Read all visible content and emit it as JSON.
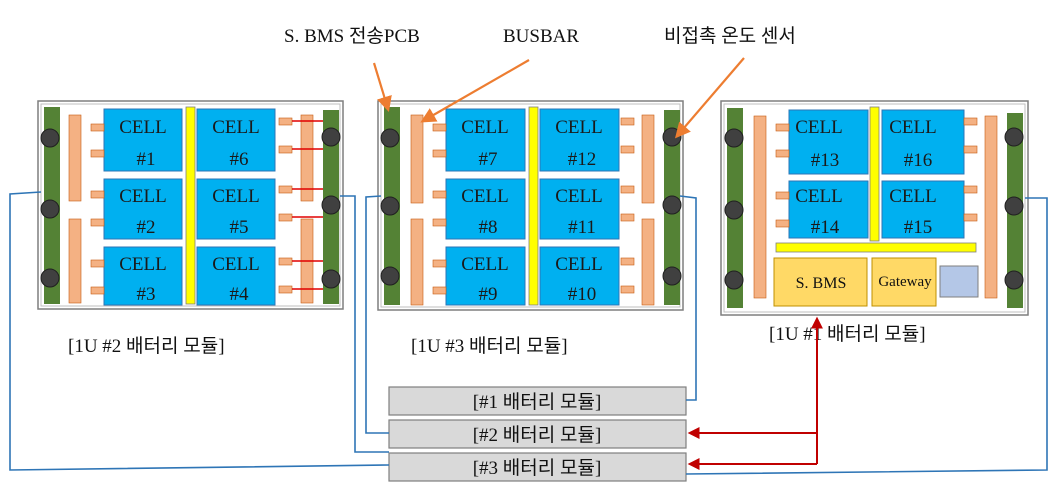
{
  "labels": {
    "sbms_pcb": "S. BMS 전송PCB",
    "busbar": "BUSBAR",
    "temp_sensor": "비접촉 온도 센서"
  },
  "modules": [
    {
      "caption": "[1U #2 배터리 모듈]",
      "cells": [
        {
          "name": "CELL",
          "num": "#1"
        },
        {
          "name": "CELL",
          "num": "#6"
        },
        {
          "name": "CELL",
          "num": "#2"
        },
        {
          "name": "CELL",
          "num": "#5"
        },
        {
          "name": "CELL",
          "num": "#3"
        },
        {
          "name": "CELL",
          "num": "#4"
        }
      ]
    },
    {
      "caption": "[1U #3 배터리 모듈]",
      "cells": [
        {
          "name": "CELL",
          "num": "#7"
        },
        {
          "name": "CELL",
          "num": "#12"
        },
        {
          "name": "CELL",
          "num": "#8"
        },
        {
          "name": "CELL",
          "num": "#11"
        },
        {
          "name": "CELL",
          "num": "#9"
        },
        {
          "name": "CELL",
          "num": "#10"
        }
      ]
    },
    {
      "caption": "[1U #1 배터리 모듈]",
      "cells": [
        {
          "name": "CELL",
          "num": "#13"
        },
        {
          "name": "CELL",
          "num": "#16"
        },
        {
          "name": "CELL",
          "num": "#14"
        },
        {
          "name": "CELL",
          "num": "#15"
        }
      ],
      "sbms": "S. BMS",
      "gateway": "Gateway"
    }
  ],
  "bottom_boxes": [
    "[#1 배터리 모듈]",
    "[#2 배터리 모듈]",
    "[#3 배터리 모듈]"
  ],
  "colors": {
    "cell_fill": "#00b0f0",
    "busbar": "#ffff00",
    "green_bar": "#548235",
    "tab": "#f4b183",
    "arrow_orange": "#ed7d31",
    "arrow_red": "#c00000",
    "line_blue": "#2e75b6",
    "sbms_fill": "#ffd966",
    "small_box": "#b4c7e7",
    "module_border": "#7f7f7f",
    "bottom_box_fill": "#d9d9d9"
  }
}
